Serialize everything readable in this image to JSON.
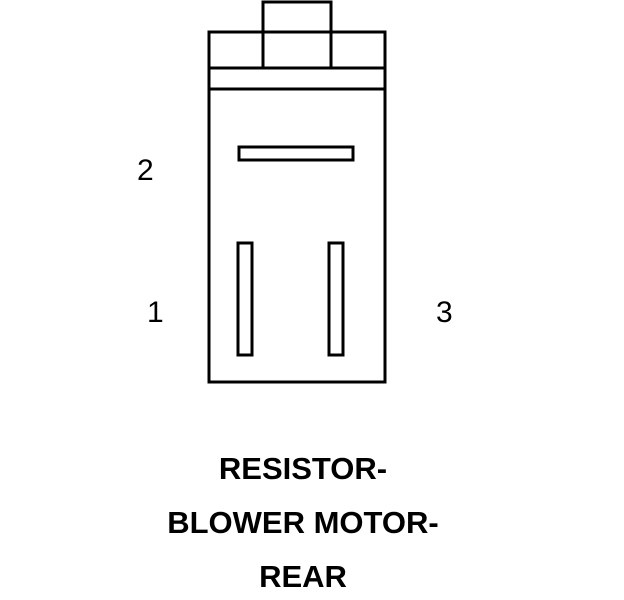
{
  "connector": {
    "pins": [
      {
        "number": "2"
      },
      {
        "number": "1"
      },
      {
        "number": "3"
      }
    ]
  },
  "caption": {
    "lines": [
      "RESISTOR-",
      "BLOWER MOTOR-",
      "REAR"
    ]
  },
  "colors": {
    "line": "#000000",
    "background": "#ffffff"
  }
}
